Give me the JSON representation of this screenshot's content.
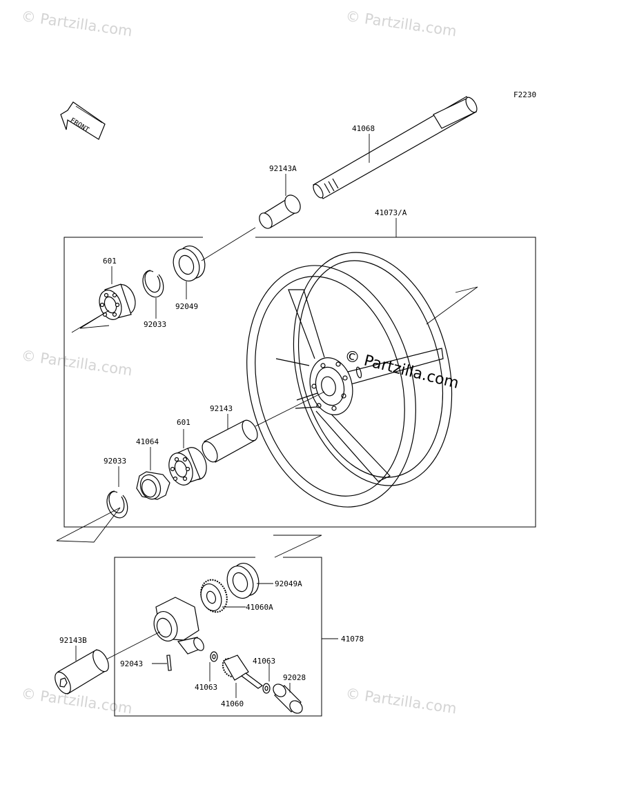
{
  "diagram": {
    "code": "F2230",
    "direction_label": "FRONT",
    "center_watermark": "© Partzilla.com",
    "corner_watermark": "© Partzilla.com",
    "parts": {
      "axle": "41068",
      "collar_top": "92143A",
      "wheel": "41073/A",
      "bearing_upper": "601",
      "circlip_upper": "92033",
      "seal_upper": "92049",
      "collar_center": "92143",
      "bearing_lower": "601",
      "hub_ring": "41064",
      "circlip_lower": "92033",
      "seal_gear": "92049A",
      "gear": "41060A",
      "housing_assy": "41078",
      "collar_bottom": "92143B",
      "pin": "92043",
      "washer_left": "41063",
      "washer_right": "41063",
      "pinion": "41060",
      "bushing": "92028"
    }
  }
}
